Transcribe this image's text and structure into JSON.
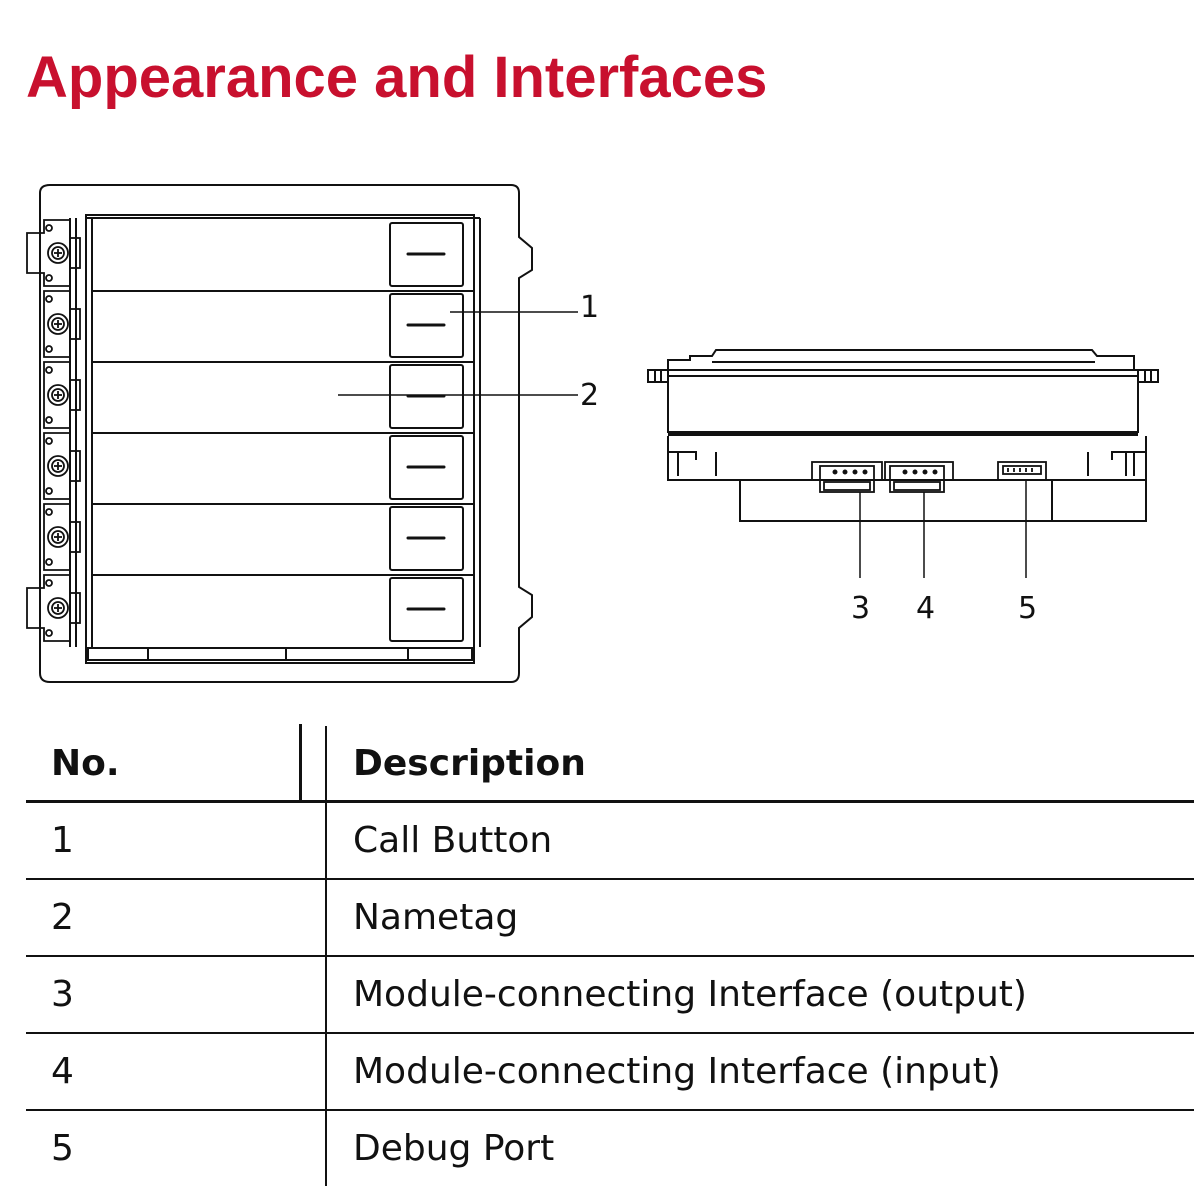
{
  "title": "Appearance and Interfaces",
  "callouts": {
    "c1": "1",
    "c2": "2",
    "c3": "3",
    "c4": "4",
    "c5": "5"
  },
  "table": {
    "header": {
      "no": "No.",
      "description": "Description"
    },
    "rows": [
      {
        "no": "1",
        "description": "Call Button"
      },
      {
        "no": "2",
        "description": "Nametag"
      },
      {
        "no": "3",
        "description": "Module-connecting Interface (output)"
      },
      {
        "no": "4",
        "description": "Module-connecting Interface (input)"
      },
      {
        "no": "5",
        "description": "Debug Port"
      }
    ]
  },
  "colors": {
    "title": "#c8102e",
    "line": "#111111"
  }
}
